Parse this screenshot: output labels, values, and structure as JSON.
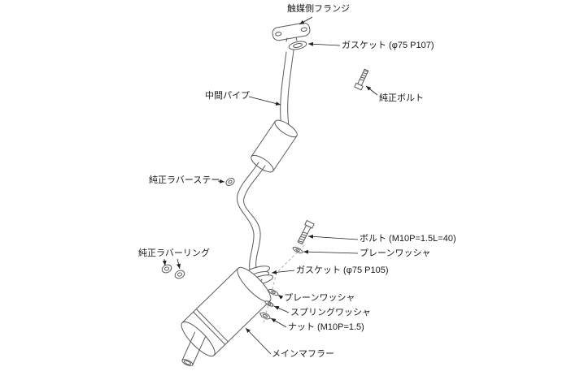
{
  "labels": {
    "catalyst_flange": "触媒側フランジ",
    "gasket_top": "ガスケット (φ75 P107)",
    "genuine_bolt": "純正ボルト",
    "middle_pipe": "中間パイプ",
    "rubber_stay": "純正ラバーステー",
    "bolt": "ボルト (M10P=1.5L=40)",
    "plain_washer_upper": "プレーンワッシャ",
    "gasket_bottom": "ガスケット (φ75 P105)",
    "rubber_ring": "純正ラバーリング",
    "plain_washer_lower": "プレーンワッシャ",
    "spring_washer": "スプリングワッシャ",
    "nut": "ナット (M10P=1.5)",
    "main_muffler": "メインマフラー"
  },
  "colors": {
    "background": "#ffffff",
    "line": "#5a5a5a",
    "label": "#1a1a1a"
  }
}
